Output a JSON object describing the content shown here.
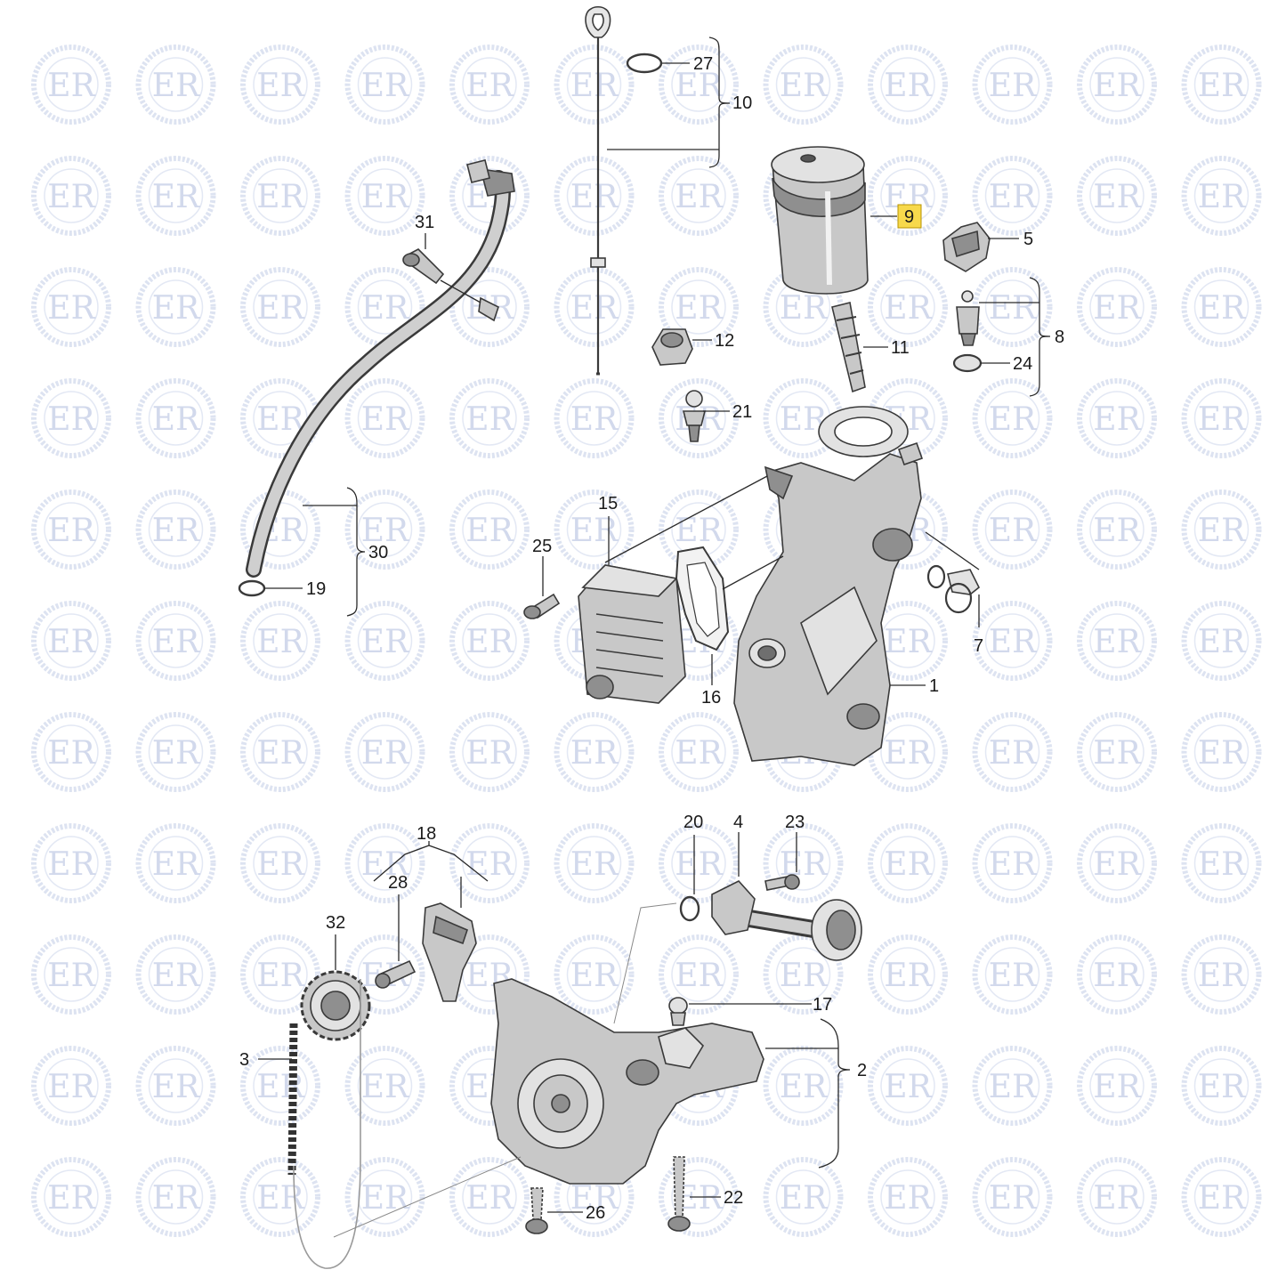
{
  "diagram": {
    "watermark": {
      "text": "ER"
    },
    "highlight_color": "#f7d94c",
    "callouts": [
      {
        "id": "c27",
        "text": "27"
      },
      {
        "id": "c10",
        "text": "10"
      },
      {
        "id": "c9",
        "text": "9",
        "highlighted": true
      },
      {
        "id": "c5",
        "text": "5"
      },
      {
        "id": "c31",
        "text": "31"
      },
      {
        "id": "c8",
        "text": "8"
      },
      {
        "id": "c24",
        "text": "24"
      },
      {
        "id": "c12",
        "text": "12"
      },
      {
        "id": "c11",
        "text": "11"
      },
      {
        "id": "c21",
        "text": "21"
      },
      {
        "id": "c15",
        "text": "15"
      },
      {
        "id": "c25",
        "text": "25"
      },
      {
        "id": "c30",
        "text": "30"
      },
      {
        "id": "c19",
        "text": "19"
      },
      {
        "id": "c7",
        "text": "7"
      },
      {
        "id": "c16",
        "text": "16"
      },
      {
        "id": "c1",
        "text": "1"
      },
      {
        "id": "c18",
        "text": "18"
      },
      {
        "id": "c28",
        "text": "28"
      },
      {
        "id": "c20",
        "text": "20"
      },
      {
        "id": "c4",
        "text": "4"
      },
      {
        "id": "c23",
        "text": "23"
      },
      {
        "id": "c32",
        "text": "32"
      },
      {
        "id": "c17",
        "text": "17"
      },
      {
        "id": "c3",
        "text": "3"
      },
      {
        "id": "c2",
        "text": "2"
      },
      {
        "id": "c22",
        "text": "22"
      },
      {
        "id": "c26",
        "text": "26"
      }
    ]
  }
}
